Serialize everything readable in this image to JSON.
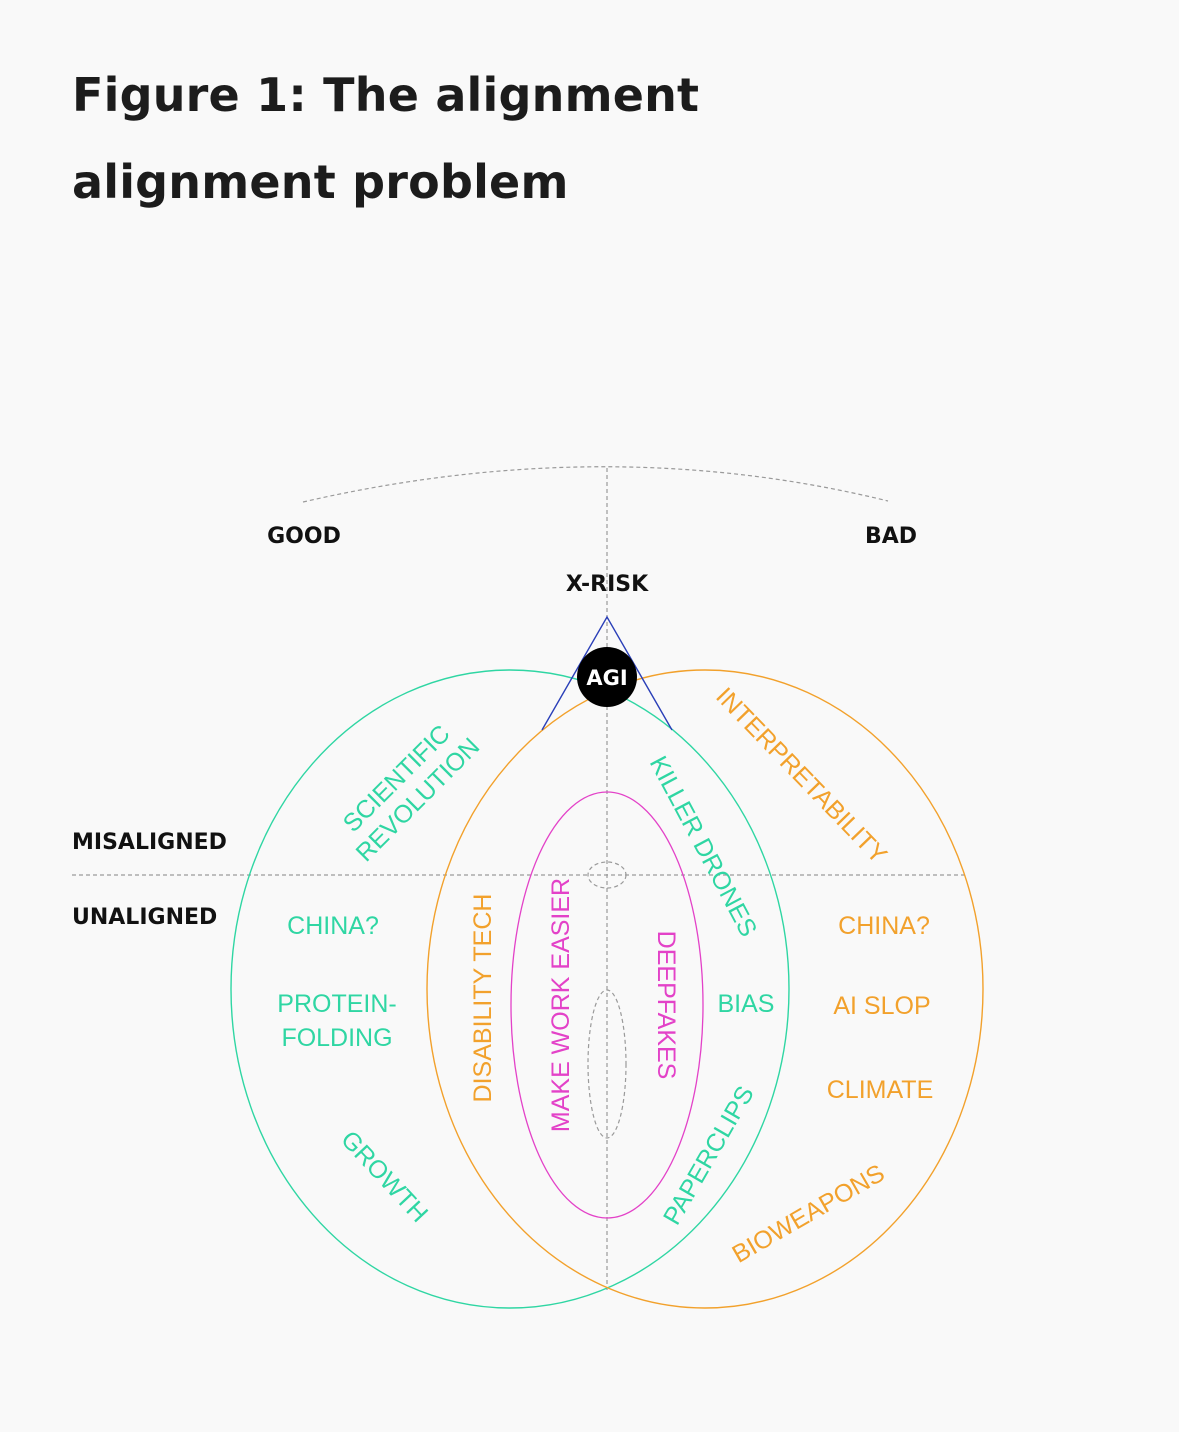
{
  "title": "Figure 1: The alignment alignment problem",
  "axis": {
    "good": "GOOD",
    "bad": "BAD",
    "xrisk": "X-RISK",
    "misaligned": "MISALIGNED",
    "unaligned": "UNALIGNED"
  },
  "center": {
    "agi": "AGI"
  },
  "teal_labels": {
    "scientific_1": "SCIENTIFIC",
    "scientific_2": "REVOLUTION",
    "china": "CHINA?",
    "protein_1": "PROTEIN-",
    "protein_2": "FOLDING",
    "growth": "GROWTH",
    "killer_drones": "KILLER DRONES",
    "bias": "BIAS",
    "paperclips": "PAPERCLIPS"
  },
  "orange_labels": {
    "interpretability": "INTERPRETABILITY",
    "china": "CHINA?",
    "ai_slop": "AI SLOP",
    "climate": "CLIMATE",
    "bioweapons": "BIOWEAPONS",
    "disability_tech": "DISABILITY TECH"
  },
  "pink_labels": {
    "make_work_easier": "MAKE WORK EASIER",
    "deepfakes": "DEEPFAKES"
  },
  "colors": {
    "teal": "#2fd6a3",
    "orange": "#f2a12c",
    "pink": "#e342c8",
    "triangle": "#2a3fb8",
    "dashed": "#9a9a9a",
    "background": "#f9f9f9"
  }
}
